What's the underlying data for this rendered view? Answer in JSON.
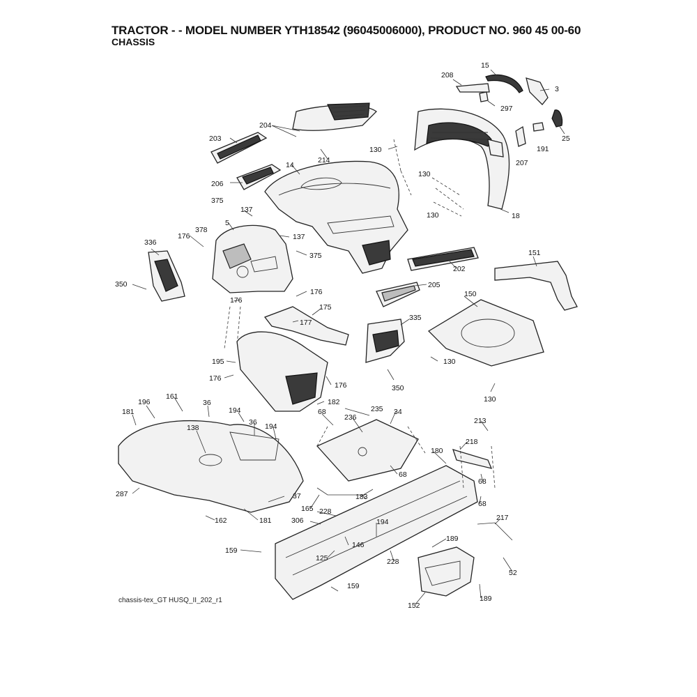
{
  "header": {
    "title": "TRACTOR - - MODEL NUMBER YTH18542 (96045006000), PRODUCT NO. 960 45 00-60",
    "subtitle": "CHASSIS"
  },
  "footer": {
    "drawing_id": "chassis-tex_GT HUSQ_II_202_r1"
  },
  "callouts": [
    "15",
    "208",
    "3",
    "297",
    "25",
    "204",
    "191",
    "207",
    "203",
    "130",
    "214",
    "14",
    "206",
    "130",
    "375",
    "137",
    "5",
    "378",
    "137",
    "18",
    "130",
    "176",
    "336",
    "375",
    "151",
    "202",
    "350",
    "176",
    "205",
    "176",
    "175",
    "150",
    "177",
    "335",
    "195",
    "176",
    "130",
    "176",
    "350",
    "182",
    "130",
    "161",
    "196",
    "36",
    "181",
    "194",
    "235",
    "34",
    "68",
    "36",
    "194",
    "236",
    "213",
    "138",
    "218",
    "180",
    "68",
    "68",
    "287",
    "183",
    "37",
    "68",
    "165",
    "228",
    "217",
    "162",
    "181",
    "306",
    "194",
    "146",
    "189",
    "159",
    "125",
    "228",
    "52",
    "159",
    "189",
    "152"
  ]
}
